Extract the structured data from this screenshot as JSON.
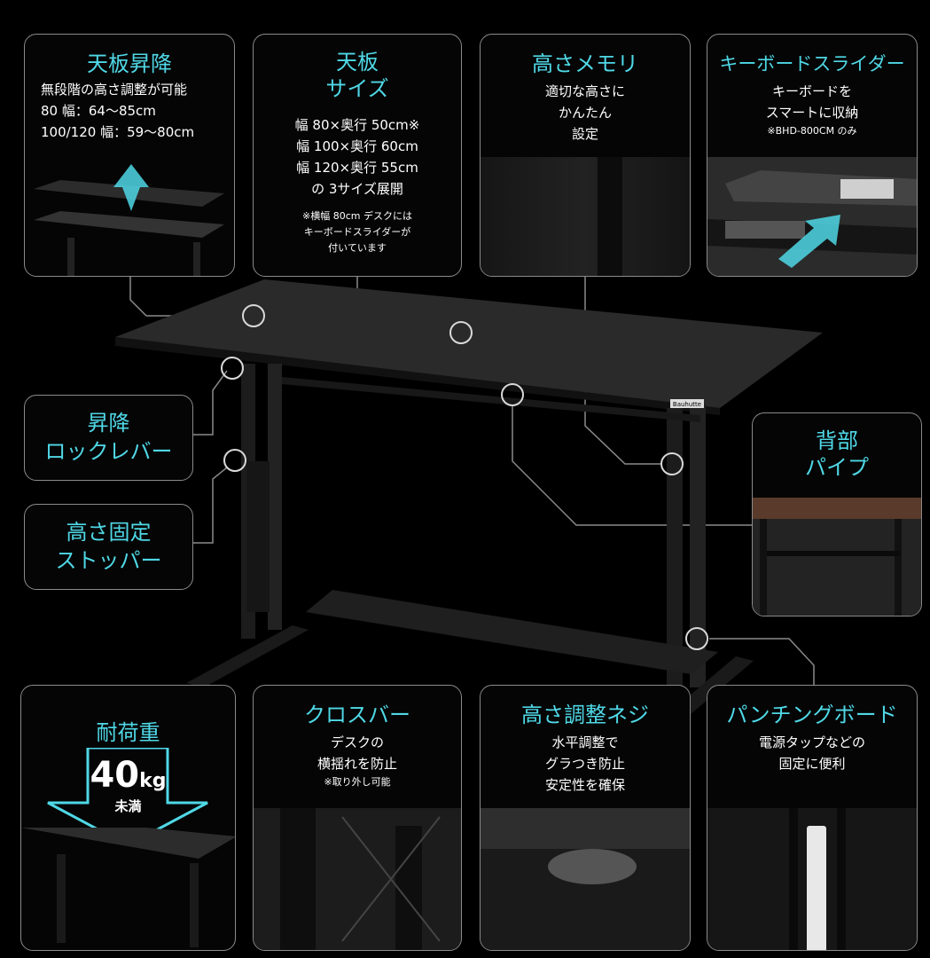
{
  "colors": {
    "accent": "#4fd8e6",
    "card_border": "#8a8a8a",
    "background": "#000000"
  },
  "cards": {
    "tabletop_lift": {
      "title": "天板昇降",
      "lines": [
        "無段階の高さ調整が可能",
        "80 幅：64～85cm",
        "100/120 幅：59～80cm"
      ]
    },
    "tabletop_size": {
      "title_lines": [
        "天板",
        "サイズ"
      ],
      "lines": [
        "幅 80×奥行 50cm※",
        "幅 100×奥行 60cm",
        "幅 120×奥行 55cm",
        "の 3サイズ展開"
      ],
      "notes": [
        "※横幅 80cm デスクには",
        "キーボードスライダーが",
        "付いています"
      ]
    },
    "height_scale": {
      "title": "高さメモリ",
      "lines": [
        "適切な高さに",
        "かんたん",
        "設定"
      ]
    },
    "keyboard_slider": {
      "title": "キーボードスライダー",
      "lines": [
        "キーボードを",
        "スマートに収納"
      ],
      "note": "※BHD-800CM のみ"
    },
    "lock_lever": {
      "title_lines": [
        "昇降",
        "ロックレバー"
      ]
    },
    "height_stopper": {
      "title_lines": [
        "高さ固定",
        "ストッパー"
      ]
    },
    "back_pipe": {
      "title_lines": [
        "背部",
        "パイプ"
      ]
    },
    "load_capacity": {
      "title": "耐荷重",
      "value": "40",
      "unit": "kg",
      "qualifier": "未満"
    },
    "cross_bar": {
      "title": "クロスバー",
      "lines": [
        "デスクの",
        "横揺れを防止"
      ],
      "note": "※取り外し可能"
    },
    "adjuster": {
      "title": "高さ調整ネジ",
      "lines": [
        "水平調整で",
        "グラつき防止",
        "安定性を確保"
      ]
    },
    "punching_board": {
      "title": "パンチングボード",
      "lines": [
        "電源タップなどの",
        "固定に便利"
      ]
    }
  },
  "desk_logo": "Bauhutte"
}
